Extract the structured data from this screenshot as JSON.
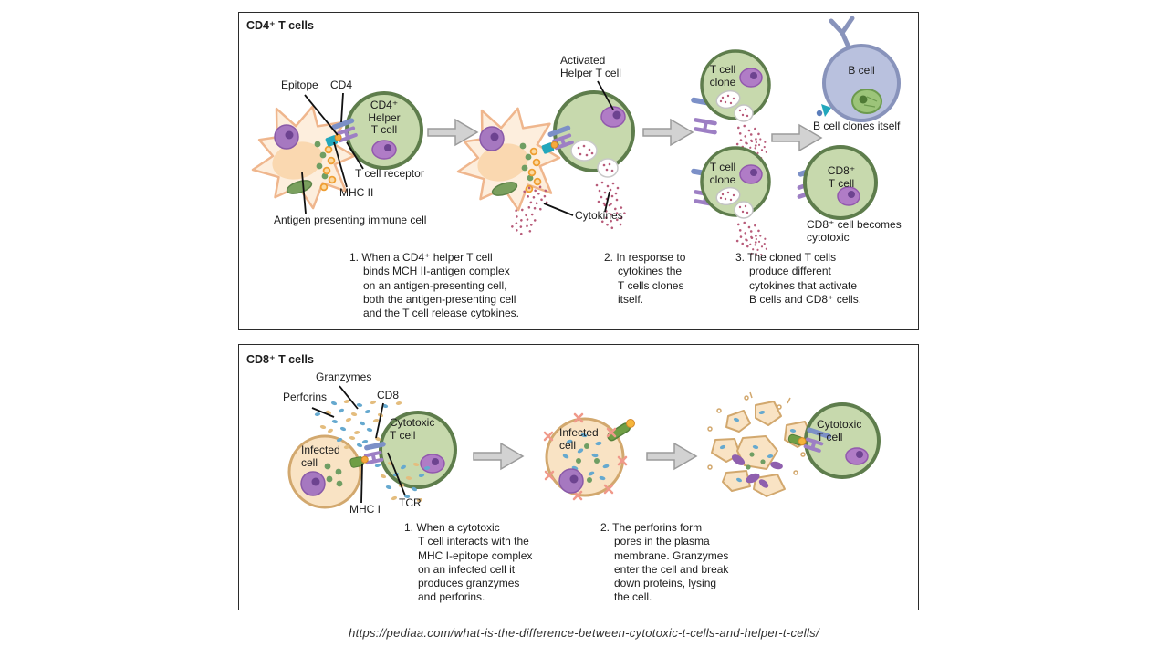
{
  "panel_cd4": {
    "title": "CD4⁺ T cells",
    "labels": {
      "epitope": "Epitope",
      "cd4": "CD4",
      "helper_t_cell": "CD4⁺\nHelper\nT cell",
      "t_cell_receptor": "T cell receptor",
      "mhc_ii": "MHC II",
      "antigen_presenting": "Antigen presenting immune cell",
      "activated_helper": "Activated\nHelper T cell",
      "cytokines": "Cytokines",
      "t_cell_clone_top": "T cell\nclone",
      "t_cell_clone_bottom": "T cell\nclone",
      "b_cell": "B cell",
      "b_cell_clones": "B cell clones itself",
      "cd8_t_cell": "CD8⁺\nT cell",
      "cd8_becomes_cytotoxic": "CD8⁺ cell becomes\ncytotoxic"
    },
    "steps": [
      "1. When a CD4⁺ helper T cell\nbinds MCH II-antigen complex\non an antigen-presenting cell,\nboth the antigen-presenting cell\nand the T cell release cytokines.",
      "2. In response to\ncytokines the\nT cells clones\nitself.",
      "3. The cloned T cells\nproduce different\ncytokines that activate\nB cells and CD8⁺ cells."
    ]
  },
  "panel_cd8": {
    "title": "CD8⁺ T cells",
    "labels": {
      "granzymes": "Granzymes",
      "perforins": "Perforins",
      "cd8": "CD8",
      "cytotoxic_t_cell_1": "Cytotoxic\nT cell",
      "infected_cell_1": "Infected\ncell",
      "mhc_i": "MHC I",
      "tcr": "TCR",
      "infected_cell_2": "Infected\ncell",
      "cytotoxic_t_cell_2": "Cytotoxic\nT cell"
    },
    "steps": [
      "1. When a cytotoxic\nT cell interacts with the\nMHC I-epitope complex\non an infected cell it\nproduces granzymes\nand perforins.",
      "2. The perforins form\npores in the plasma\nmembrane. Granzymes\nenter the cell and break\ndown proteins, lysing\nthe cell."
    ]
  },
  "caption": "https://pediaa.com/what-is-the-difference-between-cytotoxic-t-cells-and-helper-t-cells/",
  "colors": {
    "t_cell_fill": "#c7d9ad",
    "t_cell_border": "#5e7d4c",
    "b_cell_fill": "#b9c1de",
    "b_cell_border": "#8893bb",
    "apc_fill": "#fdeedd",
    "apc_border": "#efb68d",
    "infected_fill": "#f9e3c4",
    "infected_border": "#d2a86e",
    "nucleus_purple": "#a678c0",
    "receptor_blue": "#7c90c7",
    "receptor_purple": "#9d7fc4",
    "mhc_teal": "#23a7bc",
    "mhc_green": "#6f9e45",
    "epitope_orange": "#f5a93b",
    "perforin_blue": "#66a9cf",
    "granzyme_tan": "#e4bd7e",
    "cytokine_pink": "#b85c7a",
    "arrow_gray": "#d2d2d2"
  }
}
